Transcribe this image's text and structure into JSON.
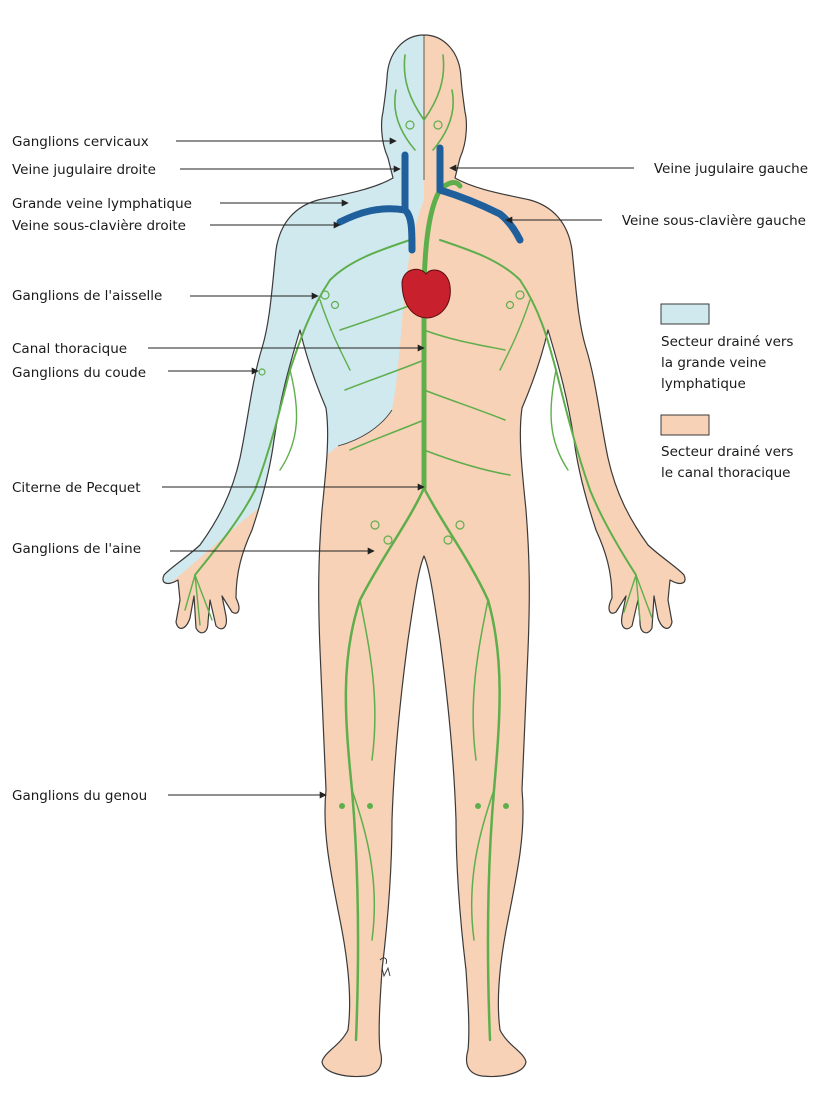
{
  "colors": {
    "right_sector": "#cfe9ef",
    "left_sector": "#f7d2b6",
    "lymph": "#5fae4c",
    "vein": "#1f5f9c",
    "heart": "#c8202c"
  },
  "labels": {
    "cervical": "Ganglions cervicaux",
    "jugular_right": "Veine jugulaire droite",
    "great_lymph_vein": "Grande veine lymphatique",
    "subclavian_right": "Veine sous-clavière droite",
    "axilla": "Ganglions de l'aisselle",
    "thoracic_canal": "Canal thoracique",
    "elbow": "Ganglions du coude",
    "pecquet": "Citerne de Pecquet",
    "groin": "Ganglions de l'aine",
    "knee": "Ganglions du genou",
    "jugular_left": "Veine jugulaire gauche",
    "subclavian_left": "Veine sous-clavière gauche"
  },
  "legend": {
    "blue_line1": "Secteur drainé vers",
    "blue_line2": "la grande veine",
    "blue_line3": "lymphatique",
    "orange_line1": "Secteur drainé vers",
    "orange_line2": "le canal thoracique"
  },
  "signature": "JM"
}
